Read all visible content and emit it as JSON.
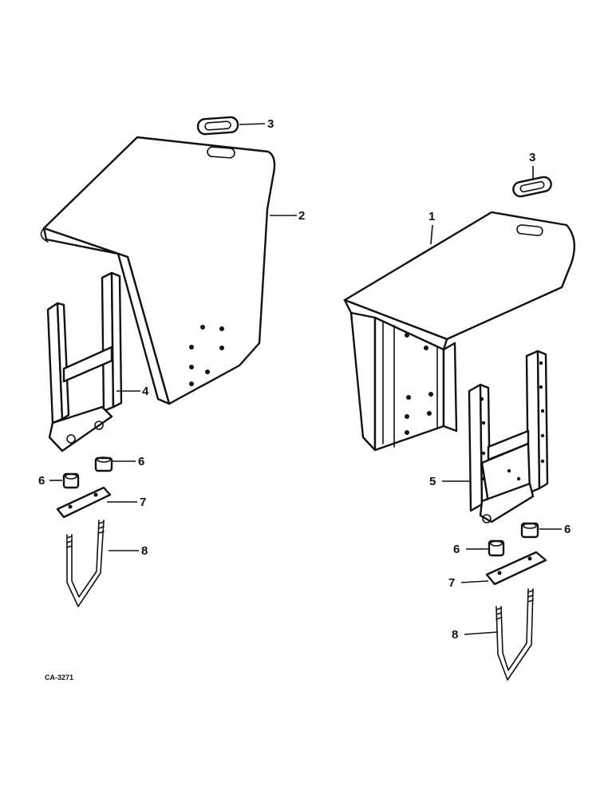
{
  "callouts": {
    "fender_left": "2",
    "fender_right": "1",
    "grommet_left": "3",
    "grommet_right": "3",
    "bracket_left": "4",
    "bracket_right": "5",
    "nut_left_a": "6",
    "nut_left_b": "6",
    "nut_right_a": "6",
    "nut_right_b": "6",
    "plate_left": "7",
    "plate_right": "7",
    "ubolt_left": "8",
    "ubolt_right": "8"
  },
  "drawing_code": "CA-3271"
}
